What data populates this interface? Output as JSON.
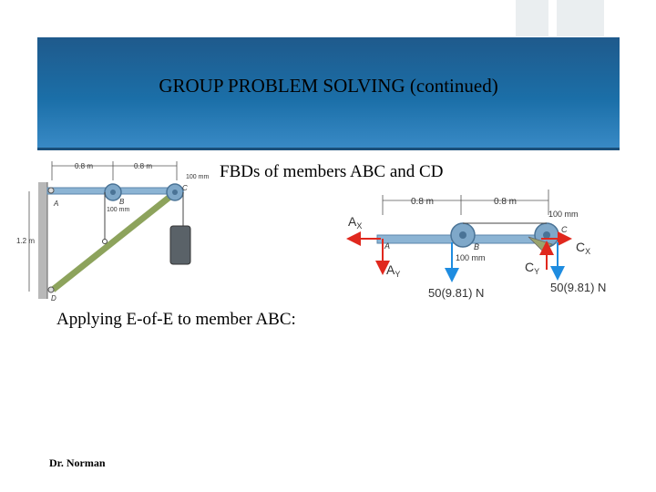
{
  "slide": {
    "title": "GROUP PROBLEM SOLVING (continued)",
    "subtitle": "FBDs of members ABC and CD",
    "body_text": "Applying E-of-E to member ABC:",
    "author": "Dr. Norman"
  },
  "left_figure": {
    "dim_top_1": "0.8 m",
    "dim_top_2": "0.8 m",
    "dim_right": "100 mm",
    "dim_height": "1.2 m",
    "label_c": "C",
    "label_a": "A",
    "label_b": "B",
    "label_d": "D",
    "label_pulley": "100 mm"
  },
  "right_figure": {
    "dim_top_1": "0.8 m",
    "dim_top_2": "0.8 m",
    "dim_right": "100 mm",
    "label_ax": "A",
    "label_ax_sub": "X",
    "label_ay": "A",
    "label_ay_sub": "Y",
    "label_cx": "C",
    "label_cx_sub": "X",
    "label_cy": "C",
    "label_cy_sub": "Y",
    "label_a": "A",
    "label_b": "B",
    "label_c": "C",
    "label_pulley": "100 mm",
    "load_1": "50(9.81) N",
    "load_2": "50(9.81) N"
  },
  "colors": {
    "banner": "#1b6fa8",
    "member": "#8cb4d4",
    "force_red": "#e0281e",
    "force_blue": "#1e8ce0"
  }
}
